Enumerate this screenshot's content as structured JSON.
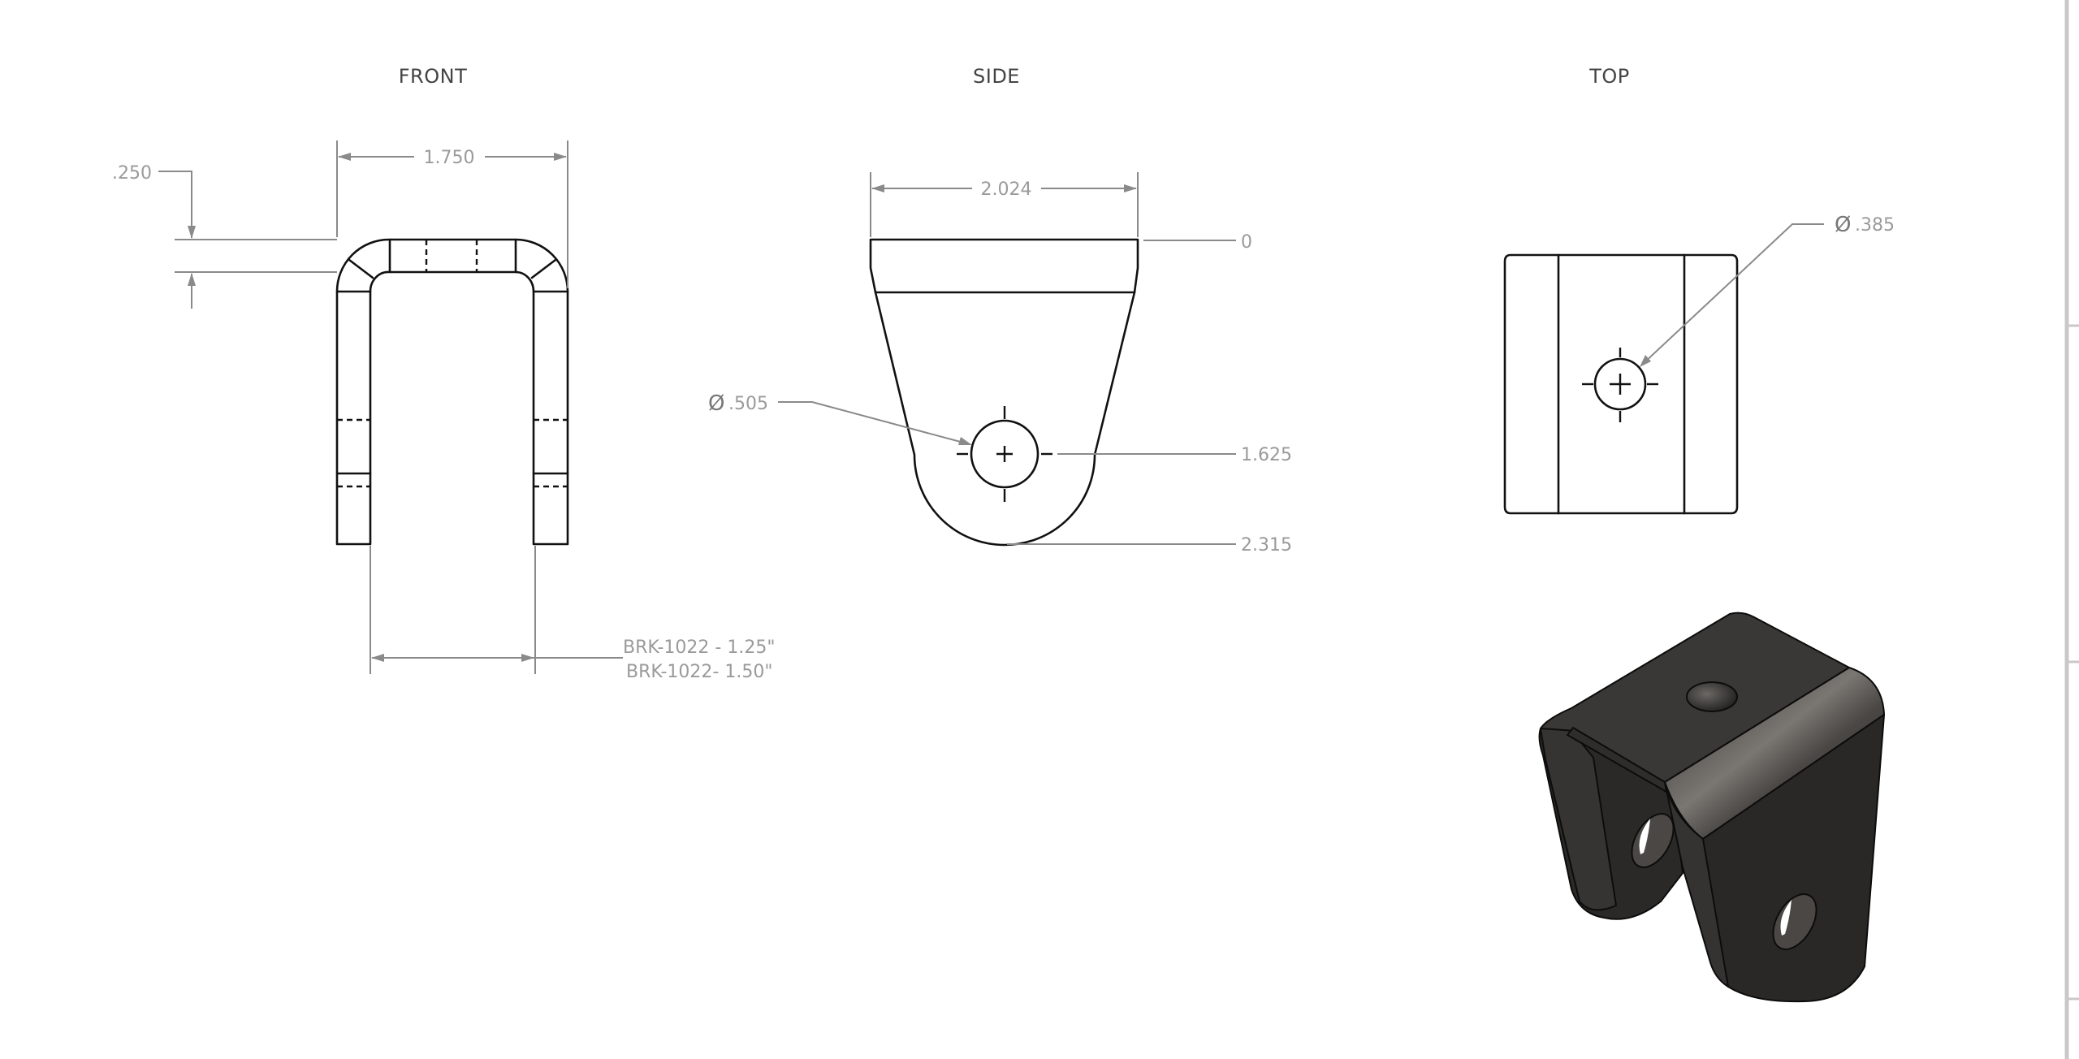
{
  "drawing": {
    "views": {
      "front": {
        "label": "FRONT"
      },
      "side": {
        "label": "SIDE"
      },
      "top": {
        "label": "TOP"
      },
      "isometric": {
        "label": ""
      }
    },
    "dimensions": {
      "front_width": "1.750",
      "front_thickness": ".250",
      "front_gap_line1": "BRK-1022 - 1.25\"",
      "front_gap_line2": "BRK-1022- 1.50\"",
      "side_width": "2.024",
      "side_hole_symbol": "Ø",
      "side_hole_diameter": ".505",
      "side_ordinate_top": "0",
      "side_ordinate_hole": "1.625",
      "side_ordinate_bottom": "2.315",
      "top_hole_symbol": "Ø",
      "top_hole_diameter": ".385"
    },
    "colors": {
      "object_line": "#111111",
      "dimension_line": "#8a8a8a",
      "dimension_text": "#9a9a9a",
      "view_label": "#444444",
      "part_shading": "#2f2d2b",
      "sheet_border": "#c8c8c8"
    }
  }
}
